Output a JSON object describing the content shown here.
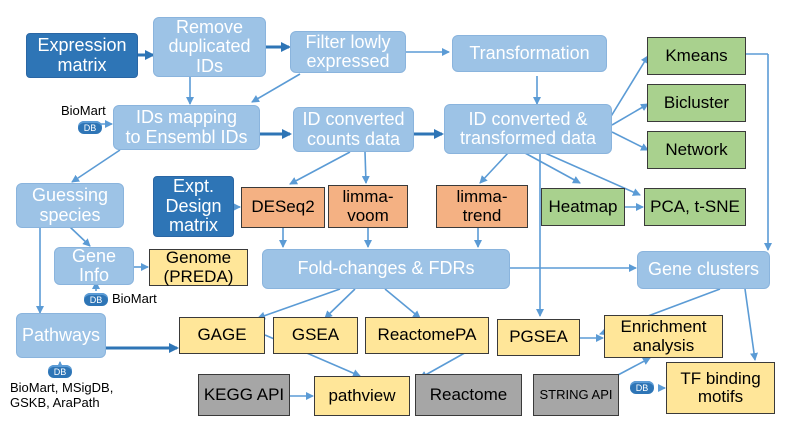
{
  "colors": {
    "light_blue": "#9dc3e6",
    "dark_blue": "#2e75b6",
    "orange": "#f4b183",
    "green": "#a9d18e",
    "yellow": "#ffe699",
    "gray": "#a6a6a6",
    "arrow": "#5b9bd5"
  },
  "nodes": {
    "expression_matrix": "Expression\nmatrix",
    "remove_duplicated": "Remove\nduplicated\nIDs",
    "filter_lowly": "Filter lowly\nexpressed",
    "transformation": "Transformation",
    "kmeans": "Kmeans",
    "bicluster": "Bicluster",
    "network": "Network",
    "ids_mapping": "IDs mapping\nto Ensembl IDs",
    "id_converted_counts": "ID converted\ncounts data",
    "id_converted_transformed": "ID converted &\ntransformed data",
    "guessing_species": "Guessing\nspecies",
    "expt_design": "Expt.\nDesign\nmatrix",
    "deseq2": "DESeq2",
    "limma_voom": "limma-\nvoom",
    "limma_trend": "limma-\ntrend",
    "heatmap": "Heatmap",
    "pca_tsne": "PCA, t-SNE",
    "gene_info": "Gene\nInfo",
    "genome_preda": "Genome\n(PREDA)",
    "fold_changes": "Fold-changes & FDRs",
    "gene_clusters": "Gene clusters",
    "pathways": "Pathways",
    "gage": "GAGE",
    "gsea": "GSEA",
    "reactomepa": "ReactomePA",
    "pgsea": "PGSEA",
    "enrichment": "Enrichment\nanalysis",
    "kegg_api": "KEGG API",
    "pathview": "pathview",
    "reactome": "Reactome",
    "string_api": "STRING API",
    "tf_binding": "TF binding\nmotifs"
  },
  "labels": {
    "biomart_top": "BioMart",
    "biomart_gene": "BioMart",
    "pathway_dbs": "BioMart, MSigDB,\nGSKB, AraPath",
    "db": "DB"
  }
}
